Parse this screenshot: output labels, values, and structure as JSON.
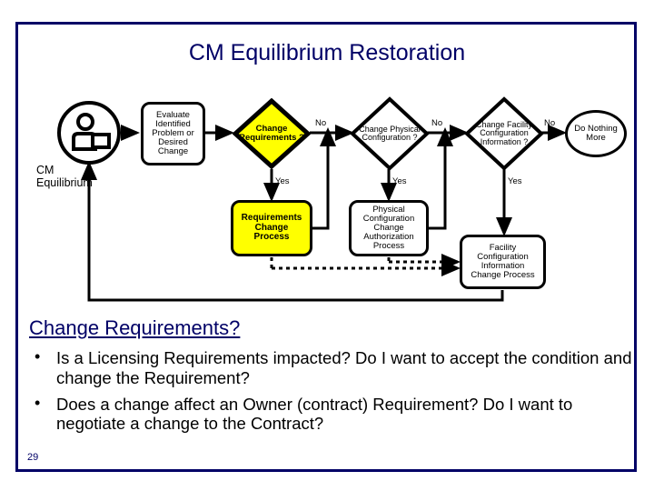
{
  "slide": {
    "title": "CM Equilibrium Restoration",
    "page_number": "29",
    "border_color": "#000066",
    "title_color": "#000066",
    "accent_fill": "#ffff00"
  },
  "flowchart": {
    "actor": {
      "icon": "person-with-document-icon",
      "label_line1": "CM",
      "label_line2": "Equilibrium"
    },
    "nodes": [
      {
        "id": "evaluate",
        "type": "process",
        "fill": "#ffffff",
        "text": "Evaluate Identified Problem or Desired Change"
      },
      {
        "id": "change-requirements",
        "type": "decision",
        "fill": "#ffff00",
        "text": "Change Requirements ?"
      },
      {
        "id": "change-physical-configuration",
        "type": "decision",
        "fill": "#ffffff",
        "text": "Change Physical Configuration ?"
      },
      {
        "id": "change-facility-configuration-information",
        "type": "decision",
        "fill": "#ffffff",
        "text": "Change Facility Configuration Information ?"
      },
      {
        "id": "do-nothing-more",
        "type": "terminator",
        "fill": "#ffffff",
        "text": "Do Nothing More"
      },
      {
        "id": "requirements-change-process",
        "type": "process",
        "fill": "#ffff00",
        "text": "Requirements Change Process"
      },
      {
        "id": "physical-configuration-change-authorization-process",
        "type": "process",
        "fill": "#ffffff",
        "text": "Physical Configuration Change Authorization Process"
      },
      {
        "id": "facility-configuration-information-change-process",
        "type": "process",
        "fill": "#ffffff",
        "text": "Facility Configuration Information Change Process"
      }
    ],
    "edge_labels": {
      "no_1": "No",
      "no_2": "No",
      "no_3": "No",
      "yes_1": "Yes",
      "yes_2": "Yes",
      "yes_3": "Yes"
    }
  },
  "content": {
    "heading": "Change Requirements?",
    "bullet_marker": "•",
    "bullets": [
      "Is a Licensing Requirements impacted? Do I want to accept the condition and change the Requirement?",
      "Does a change affect an Owner (contract) Requirement? Do I want to negotiate a change to the Contract?"
    ]
  }
}
